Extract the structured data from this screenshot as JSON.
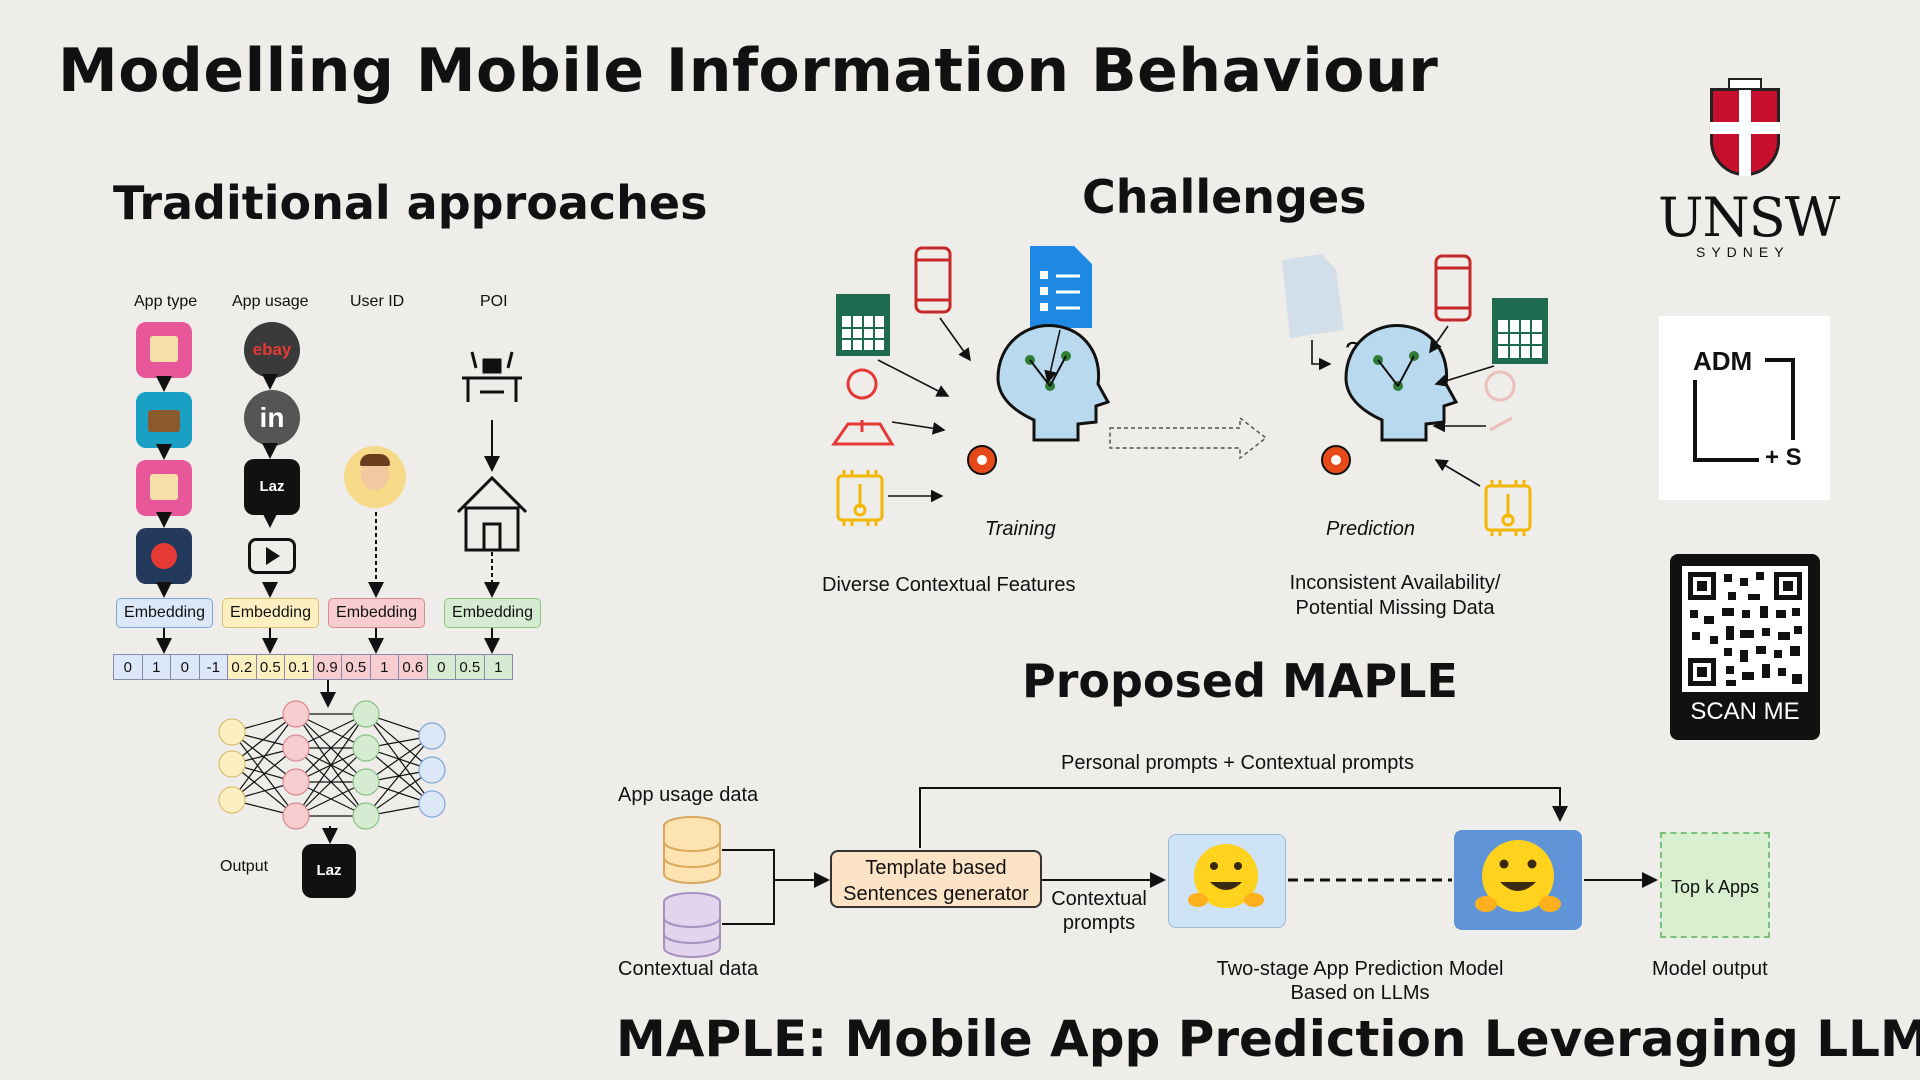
{
  "header": {
    "title": "Modelling Mobile Information Behaviour"
  },
  "traditional": {
    "heading": "Traditional approaches",
    "columns": [
      "App type",
      "App usage",
      "User ID",
      "POI"
    ],
    "embedding_label": "Embedding",
    "vector": [
      "0",
      "1",
      "0",
      "-1",
      "0.2",
      "0.5",
      "0.1",
      "0.9",
      "0.5",
      "1",
      "0.6",
      "0",
      "0.5",
      "1"
    ],
    "output_label": "Output",
    "app_icon_labels": {
      "ebay": "ebay",
      "in": "in",
      "laz": "Laz"
    },
    "colors": {
      "blue": "#dce8f8",
      "yellow": "#fdf0c0",
      "red": "#f7cdd0",
      "green": "#d6ecd2"
    }
  },
  "challenges": {
    "heading": "Challenges",
    "training_label": "Training",
    "prediction_label": "Prediction",
    "left_caption": "Diverse Contextual Features",
    "right_caption_line1": "Inconsistent Availability/",
    "right_caption_line2": "Potential Missing Data",
    "question_marks": "? ? ?"
  },
  "proposed": {
    "heading": "Proposed MAPLE",
    "app_usage_data": "App usage data",
    "contextual_data": "Contextual data",
    "template_line1": "Template based",
    "template_line2": "Sentences generator",
    "contextual_prompts_line1": "Contextual",
    "contextual_prompts_line2": "prompts",
    "personal_prompts": "Personal prompts + Contextual prompts",
    "model_caption_line1": "Two-stage App Prediction Model",
    "model_caption_line2": "Based on LLMs",
    "topk": "Top k Apps",
    "model_output": "Model output"
  },
  "footer": {
    "title": "MAPLE: Mobile App Prediction Leveraging LLMs"
  },
  "logos": {
    "unsw": "UNSW",
    "sydney": "SYDNEY",
    "adm": "ADM",
    "adm_plus": "+ S",
    "scan_me": "SCAN ME"
  }
}
